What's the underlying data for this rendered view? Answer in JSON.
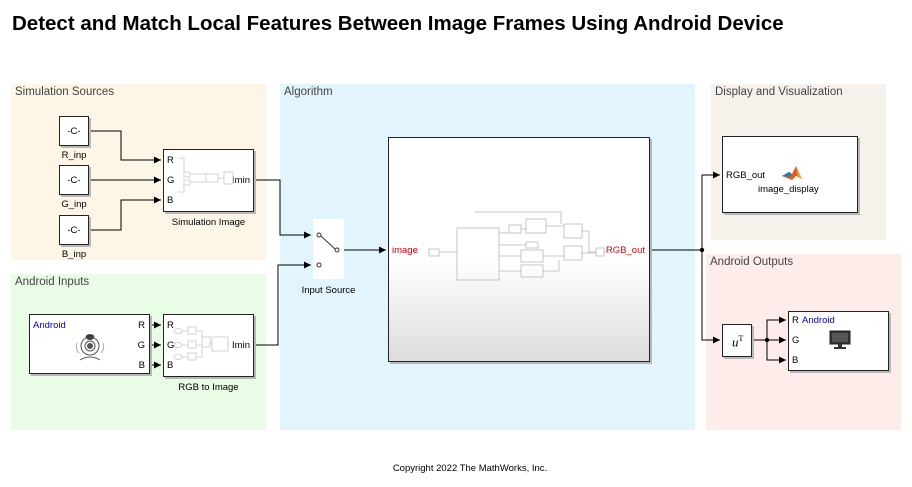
{
  "title": "Detect and Match Local Features Between Image Frames Using Android Device",
  "areas": {
    "simulation_sources": "Simulation Sources",
    "android_inputs": "Android Inputs",
    "algorithm": "Algorithm",
    "display_visualization": "Display and Visualization",
    "android_outputs": "Android Outputs"
  },
  "constants": {
    "r": {
      "value": "-C-",
      "label": "R_inp"
    },
    "g": {
      "value": "-C-",
      "label": "G_inp"
    },
    "b": {
      "value": "-C-",
      "label": "B_inp"
    }
  },
  "simulation_image": {
    "label": "Simulation Image",
    "ports_in": [
      "R",
      "G",
      "B"
    ],
    "port_out": "Imin"
  },
  "camera": {
    "brand": "Android",
    "ports_out": [
      "R",
      "G",
      "B"
    ]
  },
  "rgb_to_image": {
    "label": "RGB to Image",
    "ports_in": [
      "R",
      "G",
      "B"
    ],
    "port_out": "Imin"
  },
  "input_source": {
    "label": "Input Source"
  },
  "algorithm_block": {
    "port_in": "image",
    "port_out": "RGB_out"
  },
  "image_display": {
    "port_in": "RGB_out",
    "label": "image_display"
  },
  "transpose": {
    "symbol": "u",
    "sup": "T"
  },
  "android_display": {
    "brand": "Android",
    "ports_in": [
      "R",
      "G",
      "B"
    ]
  },
  "icons": {
    "camera": "camera-icon",
    "matlab": "matlab-logo-icon",
    "monitor": "monitor-icon",
    "switch": "switch-icon"
  },
  "colors": {
    "simulation_sources_bg": "#fdf5e6",
    "android_inputs_bg": "#e8fce6",
    "algorithm_bg": "#e2f4fd",
    "display_bg": "#f7f1ec",
    "android_outputs_bg": "#fdecea",
    "port_red": "#d00000",
    "brand_blue": "#0000cc"
  },
  "copyright": "Copyright 2022 The MathWorks, Inc."
}
